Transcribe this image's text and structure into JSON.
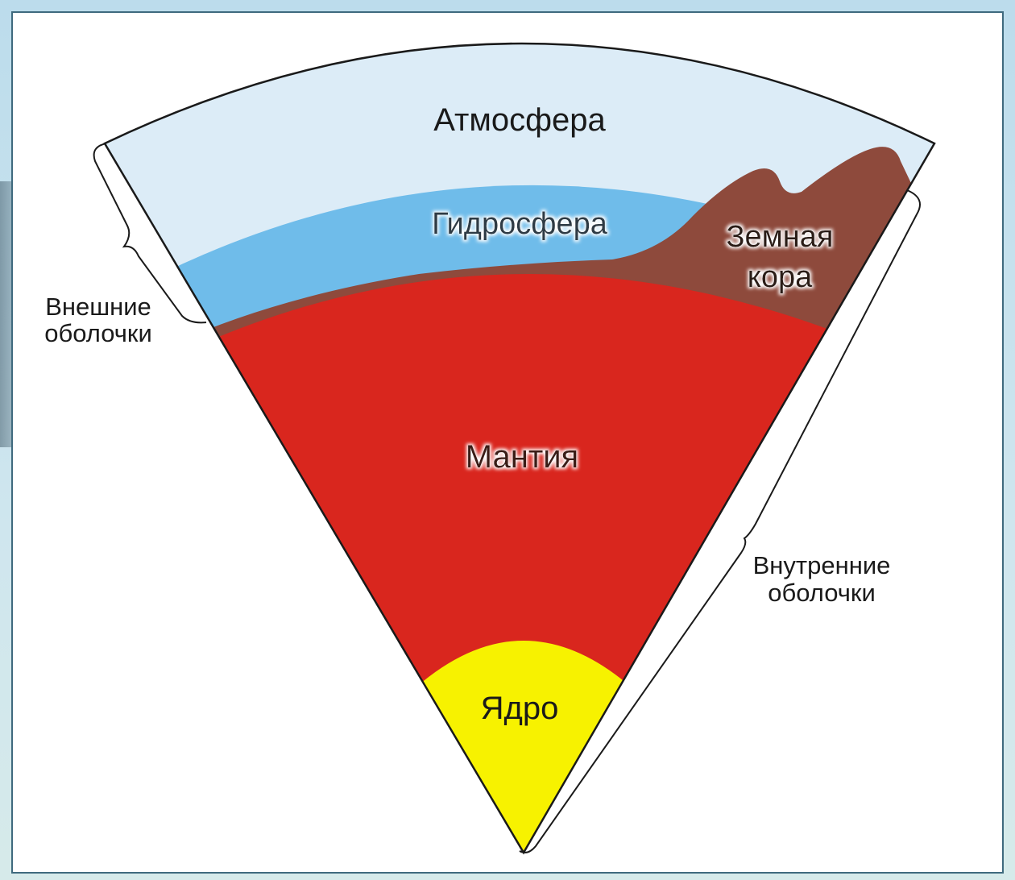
{
  "layers": {
    "atmosphere": {
      "label": "Атмосфера",
      "color": "#dcecf7"
    },
    "hydrosphere": {
      "label": "Гидросфера",
      "color": "#6fbcea"
    },
    "crust": {
      "label_line1": "Земная",
      "label_line2": "кора",
      "color": "#8e4a3c"
    },
    "mantle": {
      "label": "Мантия",
      "color": "#d9261e"
    },
    "core": {
      "label": "Ядро",
      "color": "#f7f200"
    }
  },
  "groups": {
    "outer": {
      "line1": "Внешние",
      "line2": "оболочки"
    },
    "inner": {
      "line1": "Внутренние",
      "line2": "оболочки"
    }
  }
}
